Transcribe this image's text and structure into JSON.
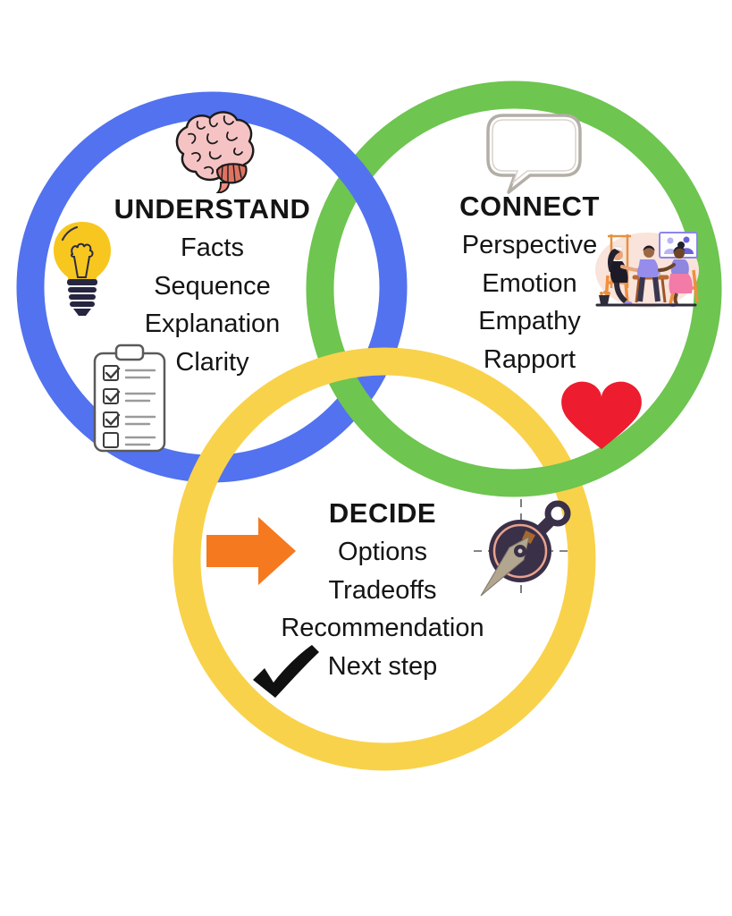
{
  "title_implicit": "Understand Connect Decide venn diagram",
  "colors": {
    "ring-blue": "#5272ef",
    "ring-green": "#6ec550",
    "ring-yellow": "#f9d24b",
    "arrow-orange": "#f5791f",
    "heart-red": "#ed1c2f",
    "bulb-yellow": "#f7c71f",
    "brain-pink": "#f6c3c4",
    "text-dark": "#141414"
  },
  "circles": [
    {
      "id": "understand",
      "title": "UNDERSTAND",
      "items": [
        "Facts",
        "Sequence",
        "Explanation",
        "Clarity"
      ],
      "ring_color": "#5272ef",
      "icons": [
        "brain-icon",
        "lightbulb-icon",
        "checklist-icon"
      ]
    },
    {
      "id": "connect",
      "title": "CONNECT",
      "items": [
        "Perspective",
        "Emotion",
        "Empathy",
        "Rapport"
      ],
      "ring_color": "#6ec550",
      "icons": [
        "speech-bubble-icon",
        "people-talking-illustration",
        "heart-icon"
      ]
    },
    {
      "id": "decide",
      "title": "DECIDE",
      "items": [
        "Options",
        "Tradeoffs",
        "Recommendation",
        "Next step"
      ],
      "ring_color": "#f9d24b",
      "icons": [
        "arrow-right-icon",
        "compass-icon",
        "checkmark-icon"
      ]
    }
  ]
}
